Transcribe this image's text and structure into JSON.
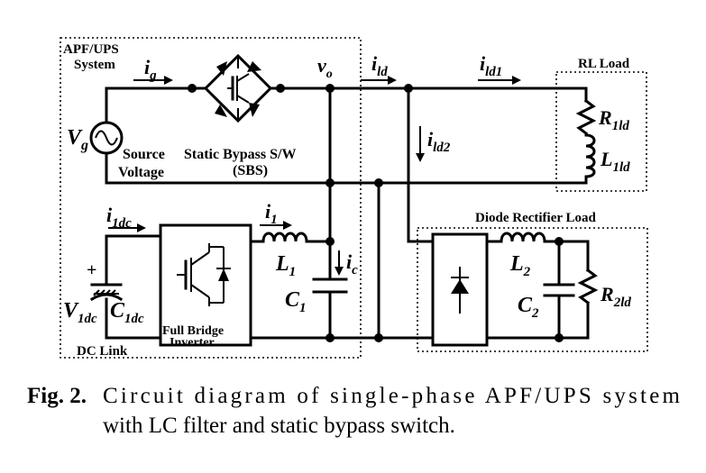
{
  "diagram": {
    "box_labels": {
      "apf_ups_line1": "APF/UPS",
      "apf_ups_line2": "System",
      "rl_load": "RL Load",
      "diode_rectifier_load": "Diode Rectifier Load",
      "dc_link": "DC Link"
    },
    "component_labels": {
      "source_voltage_line1": "Source",
      "source_voltage_line2": "Voltage",
      "sbs_line1": "Static Bypass S/W",
      "sbs_line2": "(SBS)",
      "fbi_line1": "Full Bridge",
      "fbi_line2": "Inverter"
    },
    "symbols": {
      "Vg": {
        "main": "V",
        "sub": "g"
      },
      "ig": {
        "main": "i",
        "sub": "g"
      },
      "vo": {
        "main": "v",
        "sub": "o"
      },
      "ild": {
        "main": "i",
        "sub": "ld"
      },
      "ild1": {
        "main": "i",
        "sub": "ld1"
      },
      "ild2": {
        "main": "i",
        "sub": "ld2"
      },
      "R1ld": {
        "main": "R",
        "sub": "1ld"
      },
      "L1ld": {
        "main": "L",
        "sub": "1ld"
      },
      "i1dc": {
        "main": "i",
        "sub": "1dc"
      },
      "i1": {
        "main": "i",
        "sub": "1"
      },
      "L1": {
        "main": "L",
        "sub": "1"
      },
      "ic": {
        "main": "i",
        "sub": "c"
      },
      "C1": {
        "main": "C",
        "sub": "1"
      },
      "V1dc": {
        "main": "V",
        "sub": "1dc"
      },
      "C1dc": {
        "main": "C",
        "sub": "1dc"
      },
      "L2": {
        "main": "L",
        "sub": "2"
      },
      "C2": {
        "main": "C",
        "sub": "2"
      },
      "R2ld": {
        "main": "R",
        "sub": "2ld"
      },
      "plus": "+"
    }
  },
  "caption": {
    "label": "Fig. 2.",
    "line1": "Circuit diagram of single-phase APF/UPS system",
    "line2": "with LC filter and static bypass switch."
  }
}
